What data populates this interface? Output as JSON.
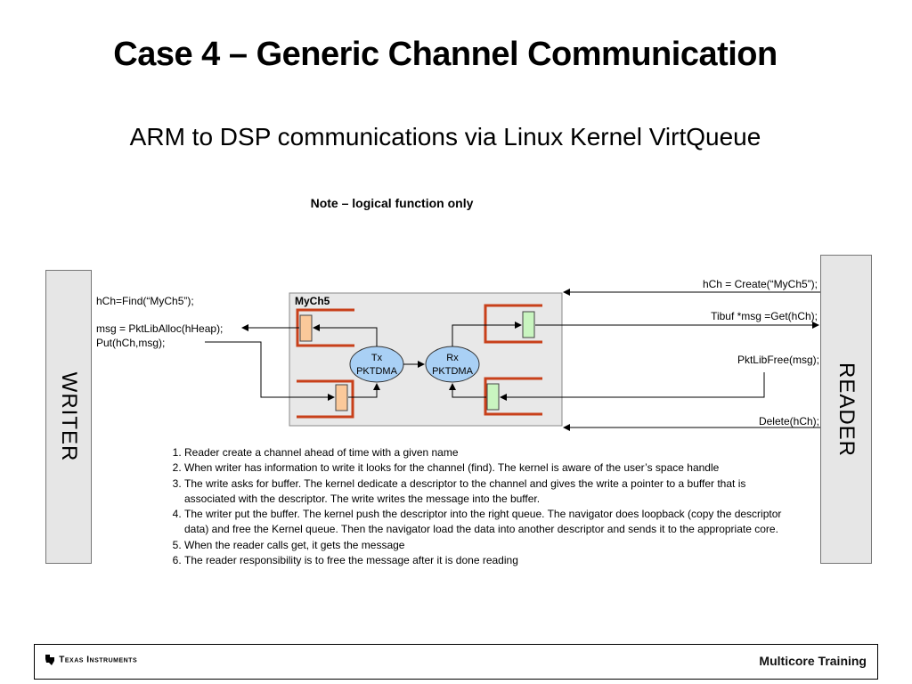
{
  "title": "Case 4 – Generic Channel Communication",
  "subtitle": "ARM to DSP communications via Linux Kernel VirtQueue",
  "note": "Note – logical function only",
  "writer": {
    "label": "WRITER",
    "find": "hCh=Find(“MyCh5”);",
    "alloc": "msg = PktLibAlloc(hHeap);",
    "put": "Put(hCh,msg);"
  },
  "reader": {
    "label": "READER",
    "create": "hCh = Create(“MyCh5”);",
    "get": "Tibuf *msg =Get(hCh);",
    "free": "PktLibFree(msg);",
    "delete": "Delete(hCh);"
  },
  "channel": {
    "name": "MyCh5",
    "tx_line1": "Tx",
    "tx_line2": "PKTDMA",
    "rx_line1": "Rx",
    "rx_line2": "PKTDMA"
  },
  "steps": [
    "Reader create a channel ahead of time with a given name",
    "When writer has information to write it looks for the channel (find). The kernel is aware of the user’s space handle",
    "The write asks for buffer. The kernel dedicate a descriptor to the channel and gives the write a pointer to a buffer that is associated with the descriptor. The write  writes the message into the buffer.",
    "The writer put the buffer. The kernel push the descriptor into the right queue. The navigator does loopback (copy the descriptor data) and free the Kernel queue. Then the navigator load the data into another descriptor and sends it to the appropriate core.",
    "When the reader calls get, it gets the message",
    "The reader responsibility is to free the message after it is done reading"
  ],
  "footer": {
    "logo_text": "Texas Instruments",
    "right": "Multicore Training"
  },
  "colors": {
    "queue_red": "#c8401a",
    "tx_buffer": "#fbc99a",
    "rx_buffer": "#c9f5c0",
    "pktdma_fill": "#a9d0f5",
    "channel_fill": "#e8e8e8"
  }
}
